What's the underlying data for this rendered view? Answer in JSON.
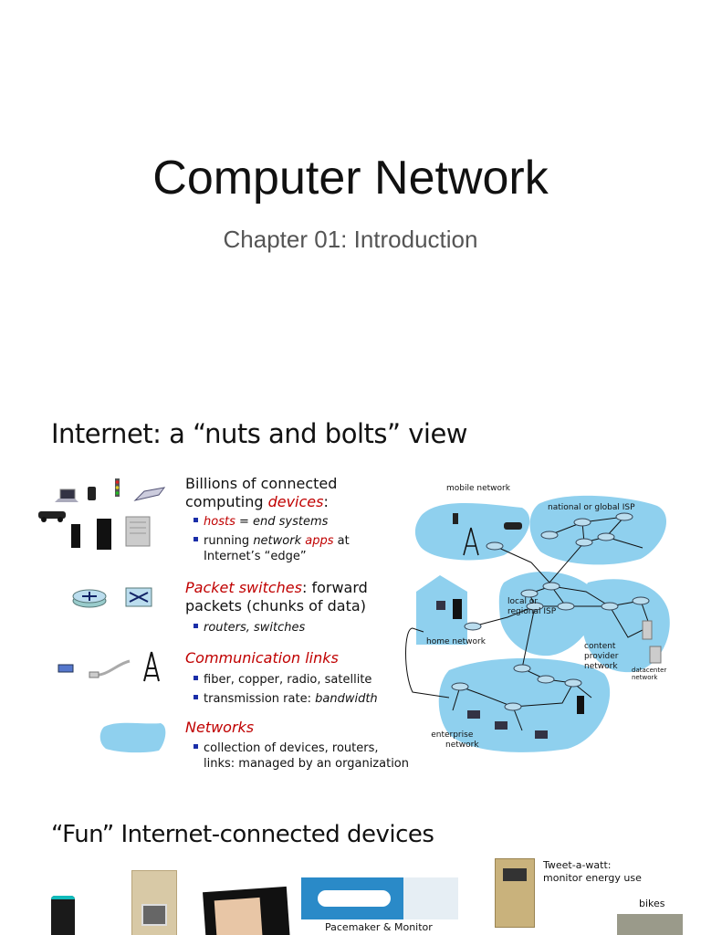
{
  "slide1": {
    "title": "Computer Network",
    "subtitle": "Chapter 01: Introduction"
  },
  "slide2": {
    "title": "Internet: a “nuts and bolts” view",
    "devices": {
      "line1": "Billions of connected",
      "line2_prefix": "computing ",
      "line2_em": "devices",
      "line2_suffix": ":",
      "b1_em": "hosts",
      "b1_rest": " = end systems",
      "b2_a": "running ",
      "b2_em1": "network",
      "b2_em2": "apps",
      "b2_b": " at",
      "b2_c": "Internet’s “edge”"
    },
    "switches": {
      "em": "Packet switches",
      "line1_rest": ": forward",
      "line2": "packets (chunks of data)",
      "b1": "routers, switches"
    },
    "links": {
      "em": "Communication links",
      "b1": "fiber, copper, radio, satellite",
      "b2_a": "transmission rate: ",
      "b2_em": "bandwidth"
    },
    "networks": {
      "em": "Networks",
      "b1_l1": "collection of devices, routers,",
      "b1_l2": "links: managed by an organization"
    },
    "diagram": {
      "mobile": "mobile network",
      "national": "national or global ISP",
      "local1": "local or",
      "local2": "regional ISP",
      "home": "home network",
      "content1": "content",
      "content2": "provider",
      "content3": "network",
      "dc1": "datacenter",
      "dc2": "network",
      "ent1": "enterprise",
      "ent2": "network"
    }
  },
  "slide3": {
    "title": "“Fun” Internet-connected devices",
    "tweet1": "Tweet-a-watt:",
    "tweet2": "monitor energy use",
    "bikes": "bikes",
    "pacemaker": "Pacemaker & Monitor"
  },
  "colors": {
    "cloud": "#8fd0ee",
    "red_accent": "#c00000",
    "bullet": "#1a2ea8"
  }
}
